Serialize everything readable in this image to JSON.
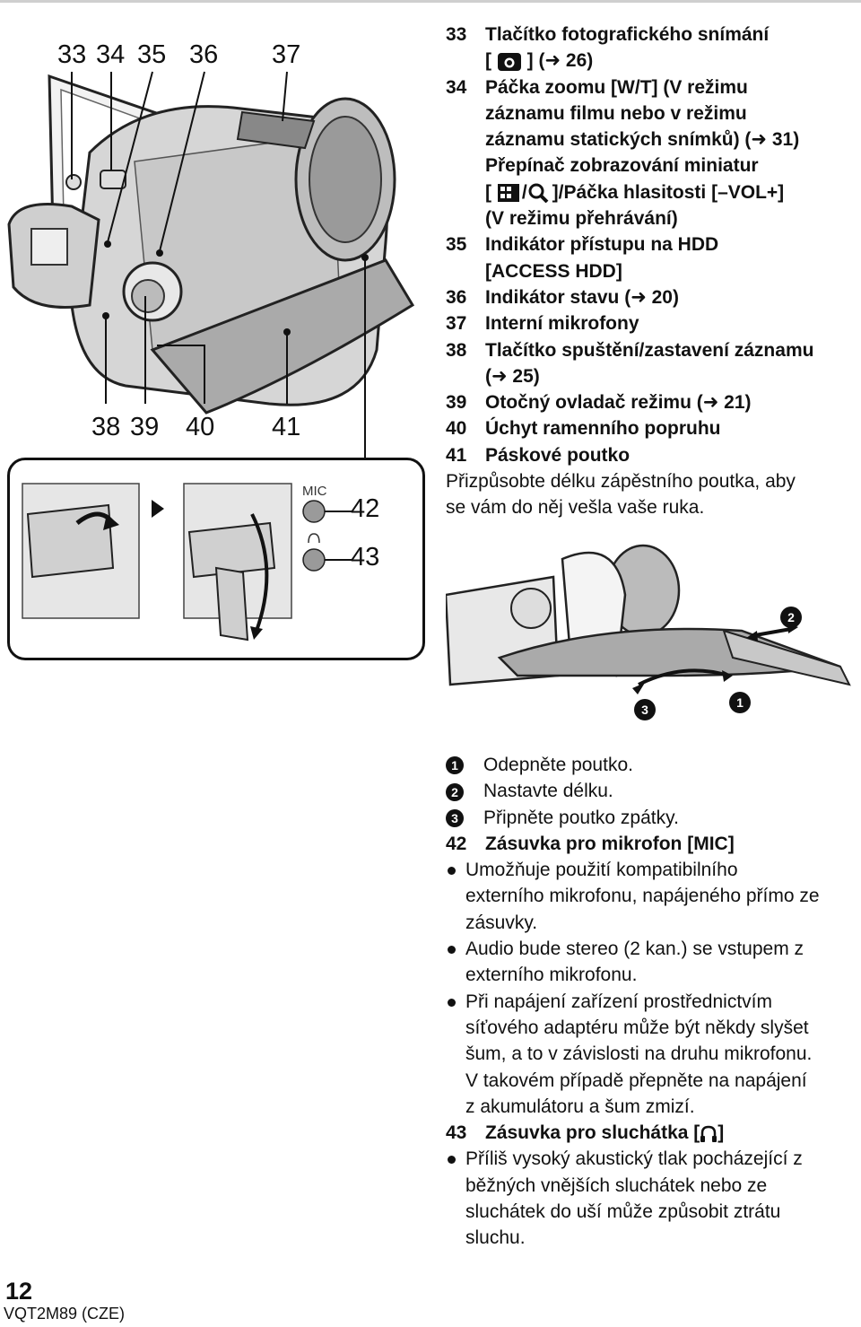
{
  "callouts_top": [
    "33",
    "34",
    "35",
    "36",
    "37"
  ],
  "callouts_bottom": [
    "38",
    "39",
    "40",
    "41"
  ],
  "inset": {
    "mic_label": "MIC",
    "jack_42": "42",
    "jack_43": "43"
  },
  "items": [
    {
      "num": "33",
      "lines": [
        "Tlačítko fotografického snímání",
        "] (➜ 26)"
      ]
    },
    {
      "num": "34",
      "lines": [
        "Páčka zoomu [W/T] (V režimu",
        "záznamu filmu nebo v režimu",
        "záznamu statických snímků) (➜ 31)",
        "Přepínač zobrazování miniatur",
        "/",
        "]/Páčka hlasitosti [–VOL+]",
        "(V režimu přehrávání)"
      ]
    },
    {
      "num": "35",
      "lines": [
        "Indikátor přístupu na HDD",
        "[ACCESS HDD]"
      ]
    },
    {
      "num": "36",
      "lines": [
        "Indikátor stavu (➜ 20)"
      ]
    },
    {
      "num": "37",
      "lines": [
        "Interní mikrofony"
      ]
    },
    {
      "num": "38",
      "lines": [
        "Tlačítko spuštění/zastavení záznamu",
        "(➜ 25)"
      ]
    },
    {
      "num": "39",
      "lines": [
        "Otočný ovladač režimu (➜ 21)"
      ]
    },
    {
      "num": "40",
      "lines": [
        "Úchyt ramenního popruhu"
      ]
    },
    {
      "num": "41",
      "lines": [
        "Páskové poutko"
      ]
    }
  ],
  "strap_note": [
    "Přizpůsobte délku zápěstního poutka, aby",
    "se vám do něj vešla vaše ruka."
  ],
  "strap_figure_labels": [
    "2",
    "3",
    "1"
  ],
  "steps": [
    {
      "n": "1",
      "text": "Odepněte poutko."
    },
    {
      "n": "2",
      "text": "Nastavte délku."
    },
    {
      "n": "3",
      "text": "Připněte poutko zpátky."
    }
  ],
  "item42": {
    "num": "42",
    "title": "Zásuvka pro mikrofon [MIC]",
    "bullets": [
      [
        "Umožňuje použití kompatibilního",
        "externího mikrofonu, napájeného přímo ze",
        "zásuvky."
      ],
      [
        "Audio bude stereo (2 kan.) se vstupem z",
        "externího mikrofonu."
      ],
      [
        "Při napájení zařízení prostřednictvím",
        "síťového adaptéru může být někdy slyšet",
        "šum, a to v závislosti na druhu mikrofonu.",
        "V takovém případě přepněte na napájení",
        "z akumulátoru a šum zmizí."
      ]
    ]
  },
  "item43": {
    "num": "43",
    "title": "Zásuvka pro sluchátka [",
    "bullets": [
      [
        "Příliš vysoký akustický tlak pocházející z",
        "běžných vnějších sluchátek nebo ze",
        "sluchátek do uší může způsobit ztrátu",
        "sluchu."
      ]
    ]
  },
  "footer": {
    "page": "12",
    "code": "VQT2M89 (CZE)"
  }
}
